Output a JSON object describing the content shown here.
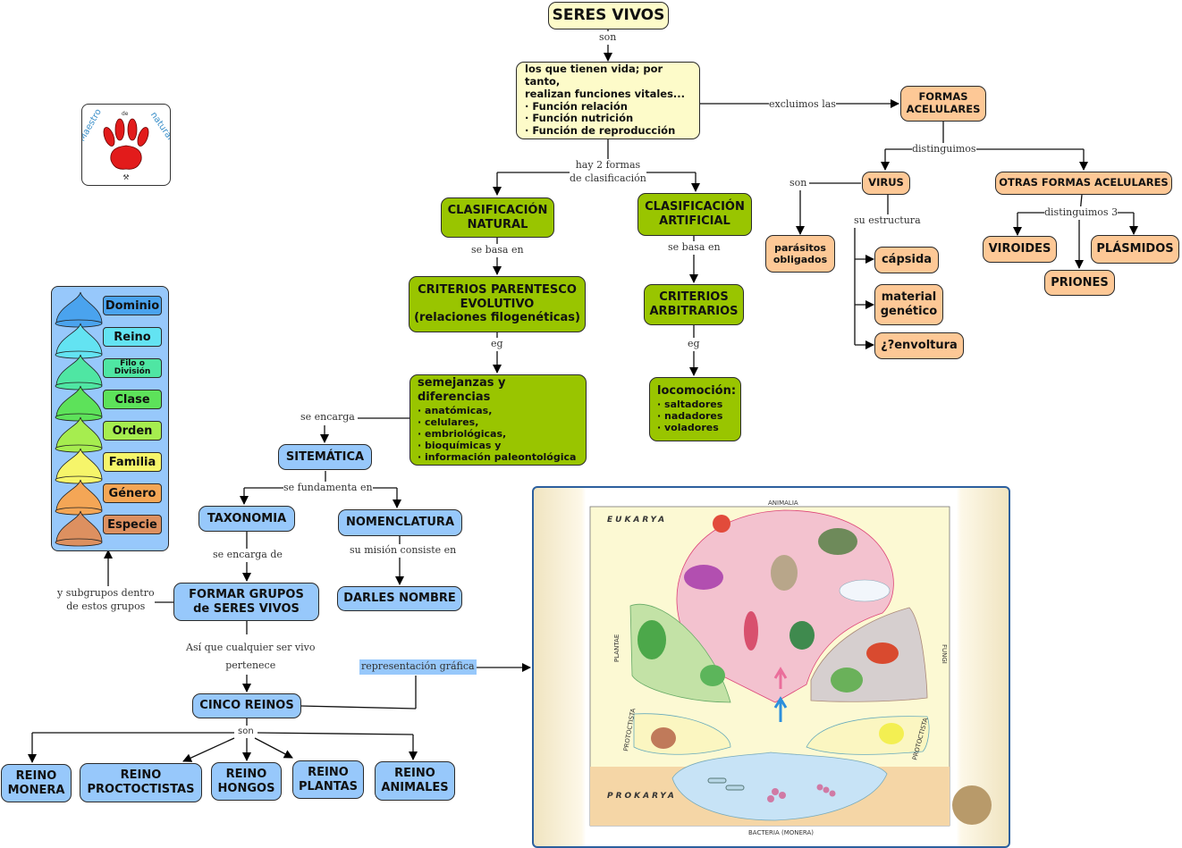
{
  "root": {
    "title": "SERES VIVOS"
  },
  "links": {
    "son": "son",
    "excluimos": "excluimos las",
    "distinguimos": "distinguimos",
    "son_virus": "son",
    "su_estructura": "su estructura",
    "distinguimos3": "distinguimos 3",
    "hay2formas": [
      "hay 2 formas",
      "de clasificación"
    ],
    "se_basa_en_1": "se basa en",
    "se_basa_en_2": "se basa en",
    "eg1": "eg",
    "eg2": "eg",
    "se_encarga": "se encarga",
    "se_fundamenta": "se fundamenta en",
    "se_encarga_de": "se encarga de",
    "su_mision": "su misión consiste en",
    "subgrupos": [
      "y subgrupos dentro",
      "de estos grupos"
    ],
    "asi_que": [
      "Así que cualquier ser vivo",
      "pertenece"
    ],
    "representacion": "representación gráfica",
    "son_reinos": "son"
  },
  "definition": {
    "text": [
      "los que tienen vida; por tanto,",
      "realizan funciones vitales..."
    ],
    "bullets": [
      "Función relación",
      "Función nutrición",
      "Función de reproducción"
    ]
  },
  "acelulares": {
    "title": "FORMAS ACELULARES",
    "virus": "VIRUS",
    "parasitos": "parásitos obligados",
    "estructura": [
      "cápsida",
      "material genético",
      "¿?envoltura"
    ],
    "otras": "OTRAS FORMAS ACELULARES",
    "otras_items": [
      "VIROIDES",
      "PRIONES",
      "PLÁSMIDOS"
    ]
  },
  "clasificacion": {
    "natural": "CLASIFICACIÓN NATURAL",
    "artificial": "CLASIFICACIÓN ARTIFICIAL",
    "criterios_parentesco": [
      "CRITERIOS PARENTESCO",
      "EVOLUTIVO",
      "(relaciones filogenéticas)"
    ],
    "criterios_arbitrarios": "CRITERIOS ARBITRARIOS",
    "semejanzas": {
      "title": "semejanzas y diferencias",
      "bullets": [
        "anatómicas,",
        "celulares,",
        "embriológicas,",
        "bioquímicas y",
        "información paleontológica"
      ]
    },
    "locomocion": {
      "title": "locomoción:",
      "bullets": [
        "saltadores",
        "nadadores",
        "voladores"
      ]
    }
  },
  "sistematica": {
    "title": "SITEMÁTICA",
    "taxonomia": "TAXONOMIA",
    "nomenclatura": "NOMENCLATURA",
    "formar_grupos": "FORMAR GRUPOS de SERES VIVOS",
    "darles_nombre": "DARLES NOMBRE",
    "cinco_reinos": "CINCO REINOS"
  },
  "reinos": [
    "REINO MONERA",
    "REINO PROCTOCTISTAS",
    "REINO HONGOS",
    "REINO PLANTAS",
    "REINO ANIMALES"
  ],
  "hierarchy": {
    "levels": [
      {
        "label": "Dominio",
        "color": "#4aa3ee"
      },
      {
        "label": "Reino",
        "color": "#63e3f2"
      },
      {
        "label": "Filo o División",
        "color": "#4fe6a3"
      },
      {
        "label": "Clase",
        "color": "#5de25a"
      },
      {
        "label": "Orden",
        "color": "#a6ed4f"
      },
      {
        "label": "Familia",
        "color": "#f6f56a"
      },
      {
        "label": "Género",
        "color": "#f4a656"
      },
      {
        "label": "Especie",
        "color": "#dd9060"
      }
    ]
  },
  "logo": {
    "text_left": "Maestro",
    "text_mid": "de",
    "text_right": "naturales"
  },
  "illustration": {
    "labels": {
      "eukarya": "EUKARYA",
      "prokarya": "PROKARYA",
      "animalia": "ANIMALIA",
      "plantae": "PLANTAE",
      "fungi": "FUNGI",
      "protoctista_left": "PROTOCTISTA",
      "protoctista_right": "PROTOCTISTA",
      "bacteria": "BACTERIA (MONERA)"
    }
  },
  "colors": {
    "yellow": "#fdfbc9",
    "green": "#99c500",
    "orange": "#fdc896",
    "blue": "#97c8fb"
  }
}
